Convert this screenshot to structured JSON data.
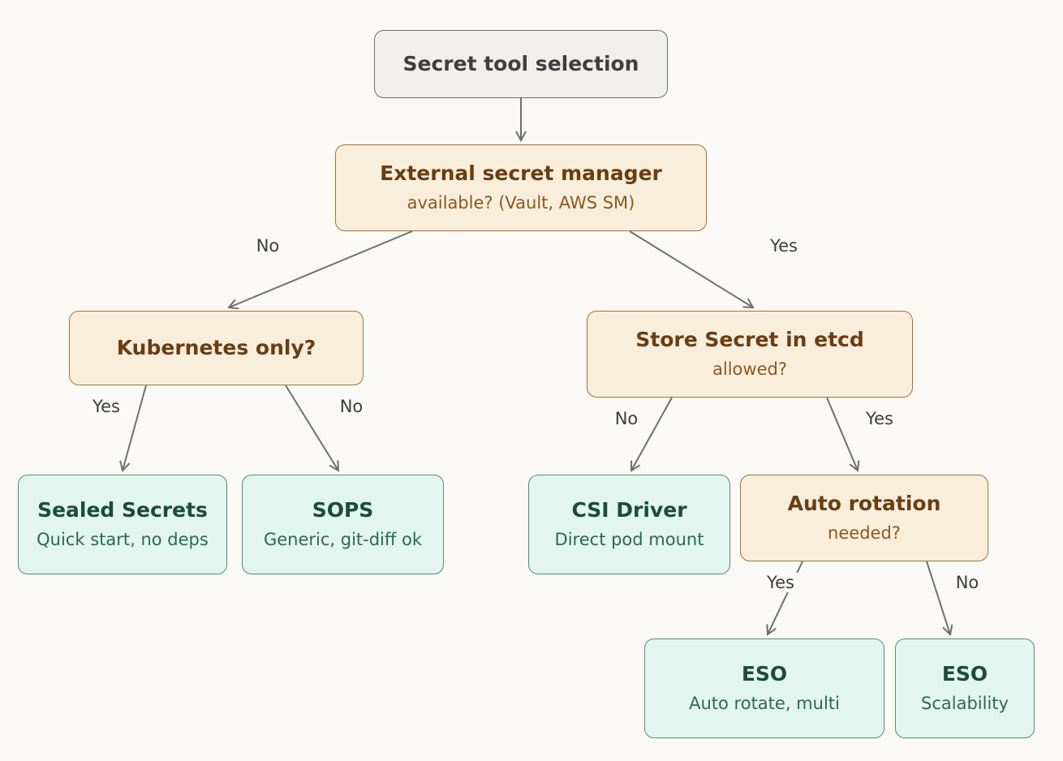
{
  "nodes": {
    "start": {
      "title": "Secret tool selection"
    },
    "external": {
      "title": "External secret manager",
      "subtitle": "available? (Vault, AWS SM)"
    },
    "k8s_only": {
      "title": "Kubernetes only?"
    },
    "etcd": {
      "title": "Store Secret in etcd",
      "subtitle": "allowed?"
    },
    "sealed": {
      "title": "Sealed Secrets",
      "subtitle": "Quick start, no deps"
    },
    "sops": {
      "title": "SOPS",
      "subtitle": "Generic, git-diff ok"
    },
    "csi": {
      "title": "CSI Driver",
      "subtitle": "Direct pod mount"
    },
    "rotation": {
      "title": "Auto rotation",
      "subtitle": "needed?"
    },
    "eso_rotate": {
      "title": "ESO",
      "subtitle": "Auto rotate, multi"
    },
    "eso_scale": {
      "title": "ESO",
      "subtitle": "Scalability"
    }
  },
  "edges": [
    {
      "from": "start",
      "to": "external",
      "label": ""
    },
    {
      "from": "external",
      "to": "k8s_only",
      "label": "No"
    },
    {
      "from": "external",
      "to": "etcd",
      "label": "Yes"
    },
    {
      "from": "k8s_only",
      "to": "sealed",
      "label": "Yes"
    },
    {
      "from": "k8s_only",
      "to": "sops",
      "label": "No"
    },
    {
      "from": "etcd",
      "to": "csi",
      "label": "No"
    },
    {
      "from": "etcd",
      "to": "rotation",
      "label": "Yes"
    },
    {
      "from": "rotation",
      "to": "eso_rotate",
      "label": "Yes"
    },
    {
      "from": "rotation",
      "to": "eso_scale",
      "label": "No"
    }
  ],
  "colors": {
    "background": "#faf9f5",
    "start_fill": "#f0efeb",
    "decision_fill": "#f9eedc",
    "decision_border": "#a5703a",
    "result_fill": "#e3f5ef",
    "result_border": "#4f8f75",
    "edge": "#6f6f6f"
  }
}
